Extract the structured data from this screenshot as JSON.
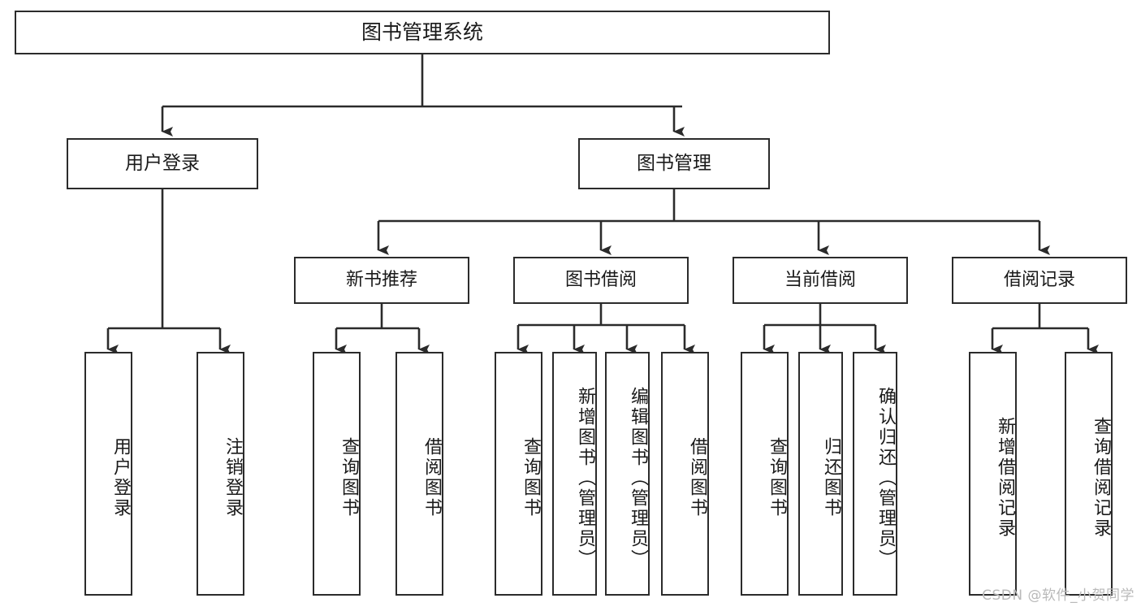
{
  "diagram": {
    "type": "tree-hierarchy-chart",
    "title": "图书管理系统",
    "orientation": "top-down",
    "background_color": "#ffffff",
    "border_color": "#2b2b2b",
    "text_color": "#1a1a1a"
  },
  "root": {
    "label": "图书管理系统"
  },
  "level2": [
    {
      "label": "用户登录"
    },
    {
      "label": "图书管理"
    }
  ],
  "level3": [
    {
      "label": "新书推荐"
    },
    {
      "label": "图书借阅"
    },
    {
      "label": "当前借阅"
    },
    {
      "label": "借阅记录"
    }
  ],
  "leaves": {
    "user_login": [
      {
        "label": "用户登录"
      },
      {
        "label": "注销登录"
      }
    ],
    "new_book_recommend": [
      {
        "label": "查询图书"
      },
      {
        "label": "借阅图书"
      }
    ],
    "book_borrow": [
      {
        "label": "查询图书"
      },
      {
        "label": "新增图书（管理员）"
      },
      {
        "label": "编辑图书（管理员）"
      },
      {
        "label": "借阅图书"
      }
    ],
    "current_borrow": [
      {
        "label": "查询图书"
      },
      {
        "label": "归还图书"
      },
      {
        "label": "确认归还（管理员）"
      }
    ],
    "borrow_record": [
      {
        "label": "新增借阅记录"
      },
      {
        "label": "查询借阅记录"
      }
    ]
  },
  "watermark": {
    "text": "CSDN @软件_小贺同学"
  }
}
